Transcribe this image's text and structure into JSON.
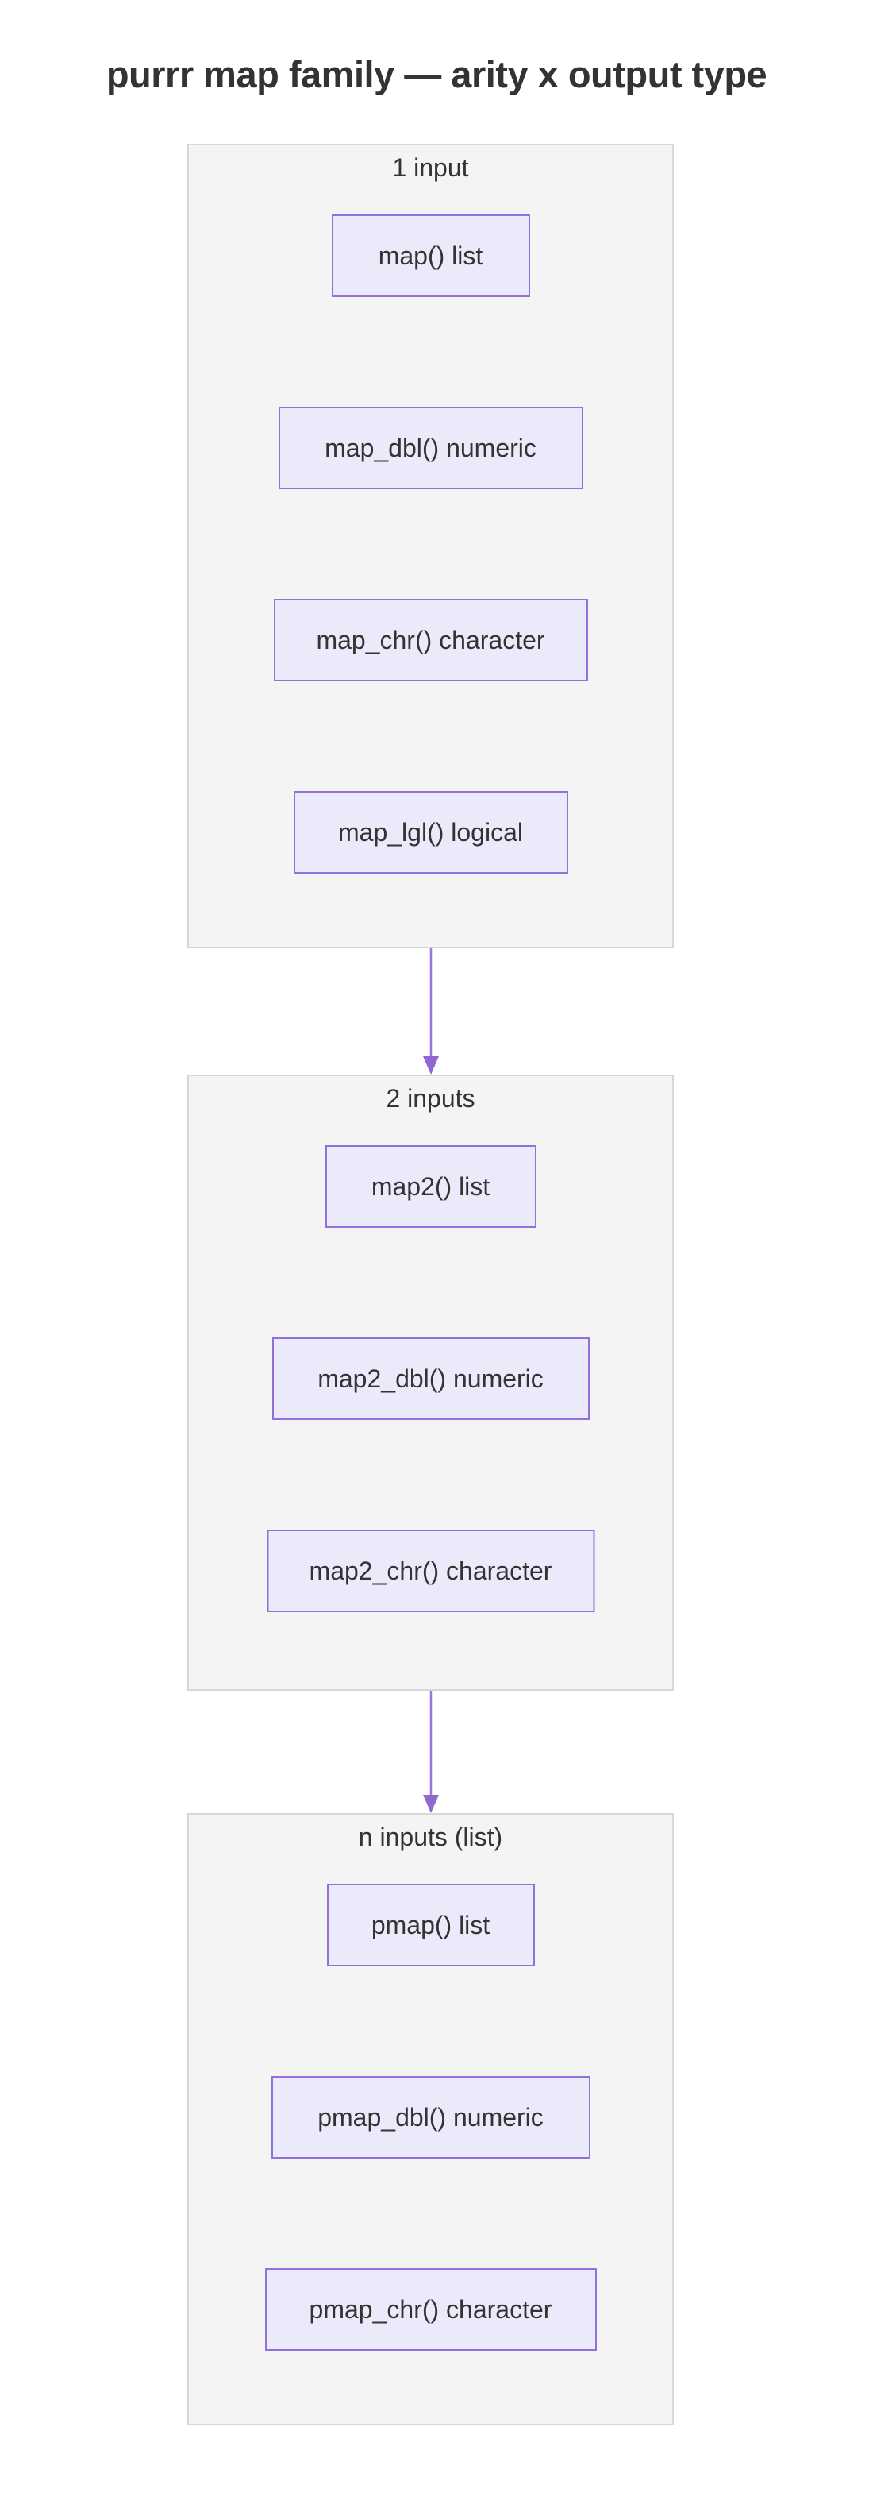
{
  "title": "purrr map family — arity x output type",
  "diagram": {
    "groups": [
      {
        "label": "1 input",
        "nodes": [
          {
            "label": "map() list"
          },
          {
            "label": "map_dbl() numeric"
          },
          {
            "label": "map_chr() character"
          },
          {
            "label": "map_lgl() logical"
          }
        ]
      },
      {
        "label": "2 inputs",
        "nodes": [
          {
            "label": "map2() list"
          },
          {
            "label": "map2_dbl() numeric"
          },
          {
            "label": "map2_chr() character"
          }
        ]
      },
      {
        "label": "n inputs (list)",
        "nodes": [
          {
            "label": "pmap() list"
          },
          {
            "label": "pmap_dbl() numeric"
          },
          {
            "label": "pmap_chr() character"
          }
        ]
      }
    ],
    "edges": [
      {
        "from": "1 input",
        "to": "2 inputs"
      },
      {
        "from": "2 inputs",
        "to": "n inputs (list)"
      }
    ]
  },
  "colors": {
    "node_fill": "#EAEAFB",
    "node_border": "#9370DB",
    "cluster_fill": "#f4f4f4",
    "cluster_border": "#d7d7d7",
    "edge": "#9879DB",
    "edge_head": "#8F68D2",
    "text": "#333333"
  }
}
